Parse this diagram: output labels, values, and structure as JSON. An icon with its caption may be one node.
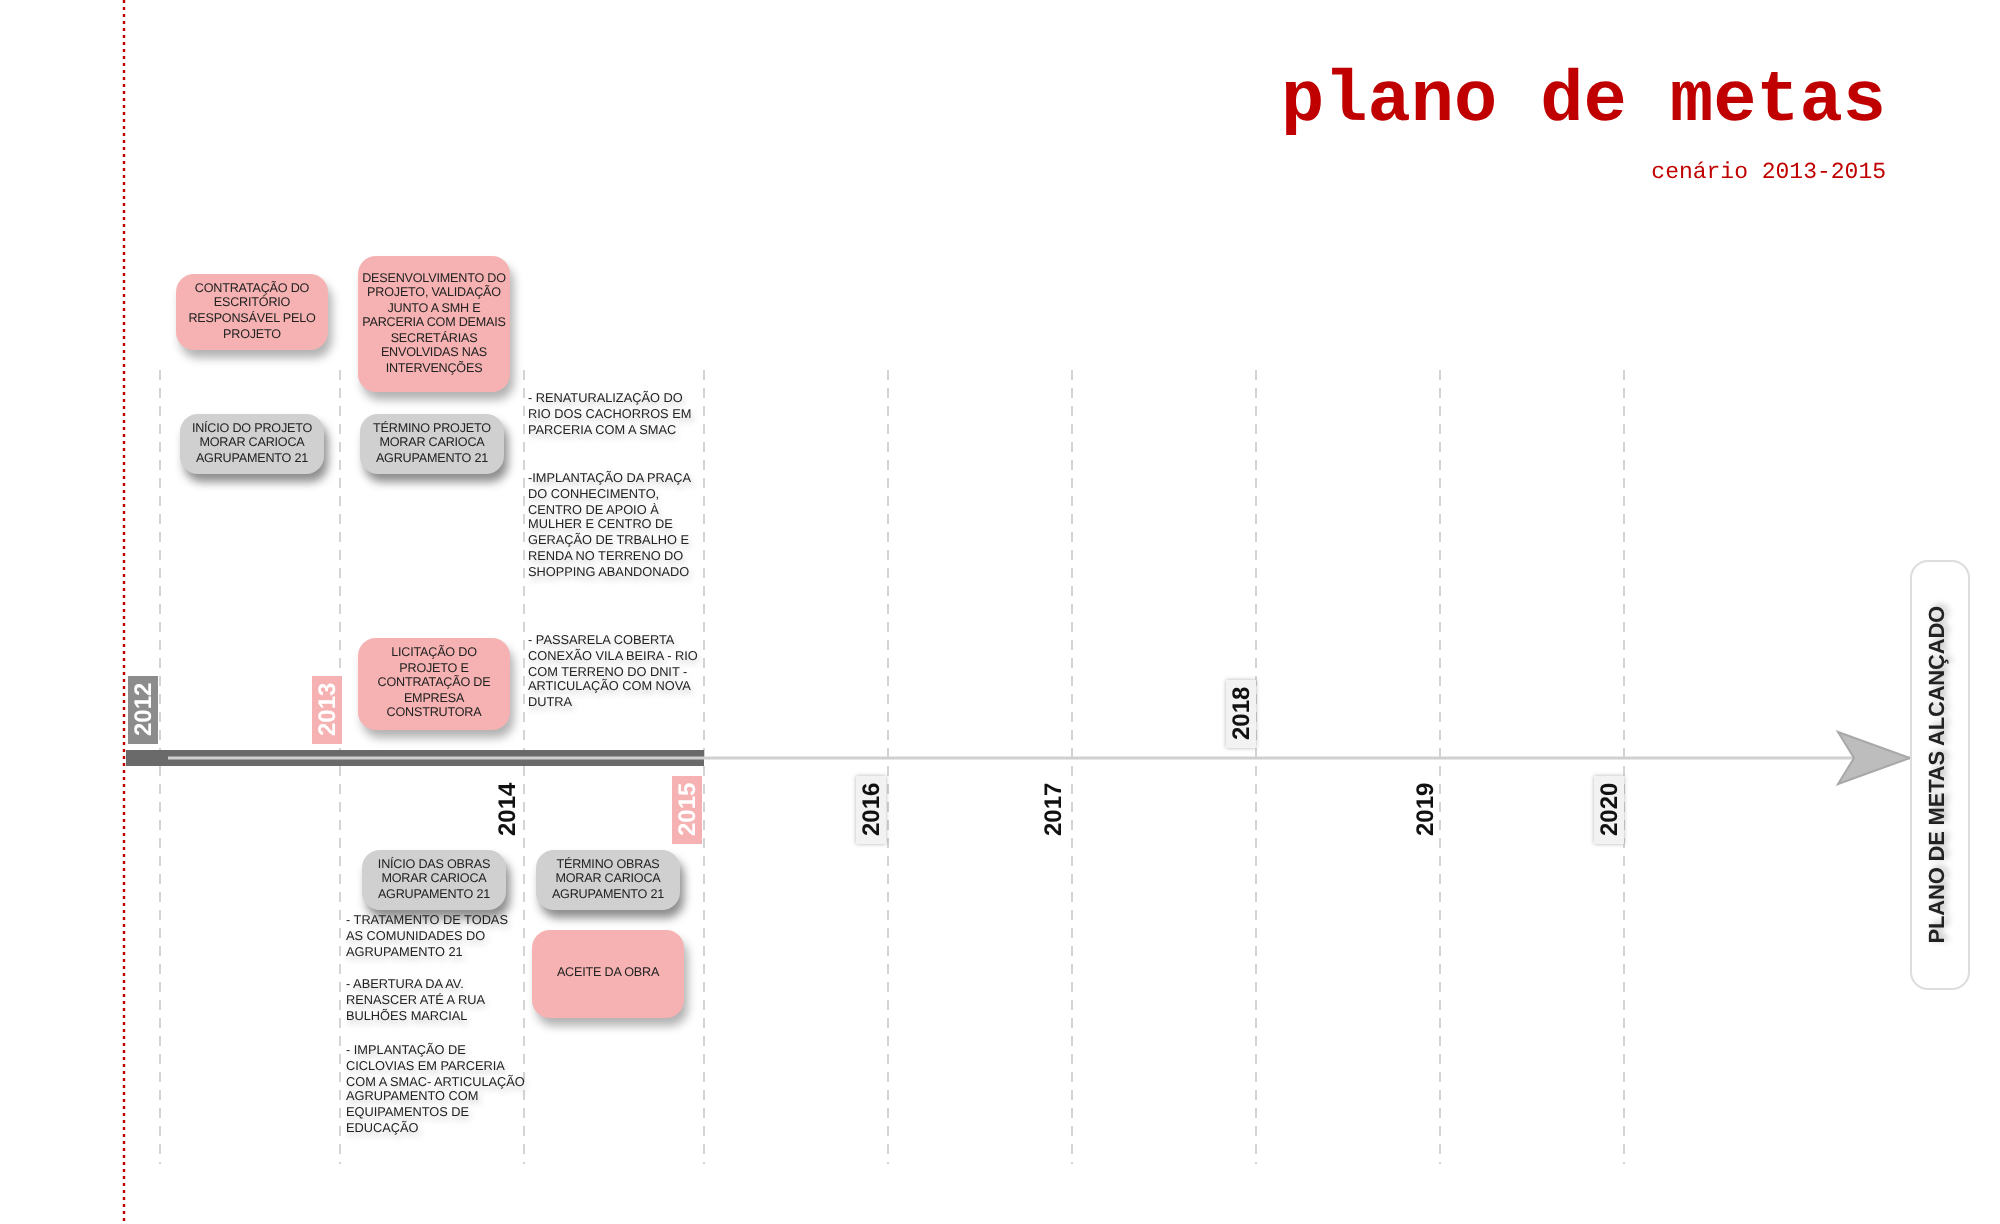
{
  "diagram": {
    "title": "plano de metas",
    "nodes": [
      {
        "text": [
          "CONTRATAÇÃO DO ESCRITÓRIO RESPONSÁVEL PELO PROJETO"
        ]
      },
      {
        "text": [
          "DESENVOLVIMENTO DO PROJETO, VALIDAÇÃO JUNTO A SMH E PARCERIA COM DEMAIS SECRETÁRIAS ENVOLVIDAS NAS INTERVENÇÕES"
        ]
      },
      {
        "text": [
          "INÍCIO DO PROJETO MORAR CARIOCA AGRUPAMENTO 21"
        ]
      },
      {
        "text": [
          "TÉRMINO PROJETO MORAR CARIOCA AGRUPAMENTO 21"
        ]
      },
      {
        "text": [
          "LICITAÇÃO DO PROJETO E CONTRATAÇÃO DE EMPRESA CONSTRUTORA"
        ]
      },
      {
        "text": [
          "INÍCIO DAS OBRAS MORAR CARIOCA AGRUPAMENTO 21"
        ]
      },
      {
        "text": [
          "TÉRMINO OBRAS MORAR CARIOCA AGRUPAMENTO 21"
        ]
      },
      {
        "text": [
          "ACEITE DA OBRA"
        ]
      },
      {
        "text": [
          "PLANO DE METAS ALCANÇADO"
        ]
      }
    ],
    "edges": [
      {
        "from": null,
        "to": 8,
        "arrow": "to"
      }
    ],
    "labels": [
      "cenário 2013-2015",
      "2012",
      "2013",
      "- RENATURALIZAÇÃO DO RIO DOS CACHORROS EM PARCERIA COM A SMAC",
      "-IMPLANTAÇÃO DA PRAÇA DO CONHECIMENTO, CENTRO DE APOIO À MULHER E CENTRO DE GERAÇÃO DE TRBALHO E RENDA NO TERRENO DO SHOPPING ABANDONADO",
      "- PASSARELA COBERTA CONEXÃO VILA BEIRA - RIO COM TERRENO DO DNIT - ARTICULAÇÃO COM NOVA DUTRA",
      "2018",
      "2014",
      "2015",
      "2016",
      "2017",
      "2019",
      "2020",
      "- TRATAMENTO DE TODAS AS COMUNIDADES DO AGRUPAMENTO 21",
      "- ABERTURA DA AV. RENASCER ATÉ A RUA BULHÕES MARCIAL",
      "- IMPLANTAÇÃO DE CICLOVIAS EM PARCERIA COM A SMAC- ARTICULAÇÃO AGRUPAMENTO COM EQUIPAMENTOS DE EDUCAÇÃO"
    ]
  }
}
